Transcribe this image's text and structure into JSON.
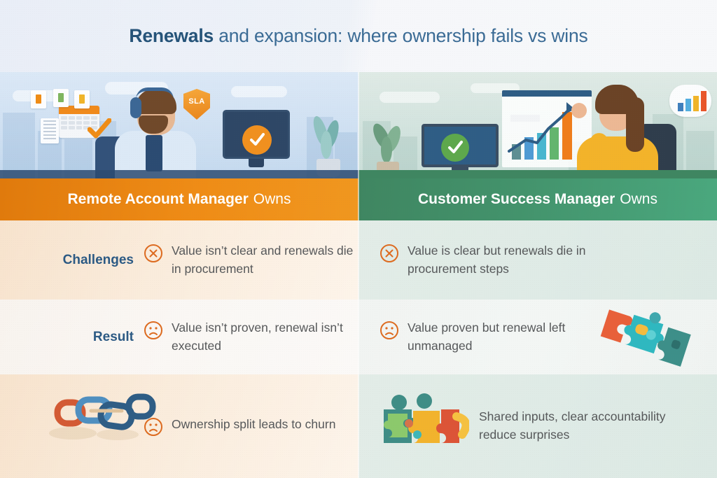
{
  "title": {
    "emphasis": "Renewals",
    "rest": " and expansion: where ownership fails vs wins"
  },
  "hero": {
    "left": {
      "badge_label": "SLA",
      "alt": "remote account manager with headset at desk with calendar, checkmark and monitor"
    },
    "right": {
      "alt": "customer success manager pointing at growth chart with green checkmark monitor"
    }
  },
  "columns": [
    {
      "bold": "Remote Account Manager",
      "light": "Owns",
      "accent": "#ef8c16"
    },
    {
      "bold": "Customer Success Manager",
      "light": "Owns",
      "accent": "#43936c"
    }
  ],
  "rows": [
    {
      "label": "Challenges",
      "left": {
        "icon": "circle-x-icon",
        "text": "Value isn’t clear and renewals die in procurement"
      },
      "right": {
        "icon": "circle-x-icon",
        "text": "Value is clear but renewals die in procurement steps"
      }
    },
    {
      "label": "Result",
      "left": {
        "icon": "circle-frown-icon",
        "text": "Value isn’t proven, renewal isn’t executed"
      },
      "right": {
        "icon": "circle-frown-icon",
        "text": "Value proven but renewal left unmanaged",
        "art": "broken-puzzle-art"
      }
    },
    {
      "label": "",
      "left": {
        "icon": "circle-frown-icon",
        "text": "Ownership split leads to churn",
        "art": "broken-chain-art"
      },
      "right": {
        "icon": "",
        "text": "Shared inputs, clear accountability reduce surprises",
        "art": "linked-puzzle-art"
      }
    }
  ],
  "colors": {
    "title_text": "#3a6b95",
    "title_emphasis": "#255379",
    "row_label": "#2c5a84",
    "body_text": "#56585a",
    "icon_orange": "#dd6b20",
    "left_header": "#ef8c16",
    "right_header": "#43936c"
  }
}
